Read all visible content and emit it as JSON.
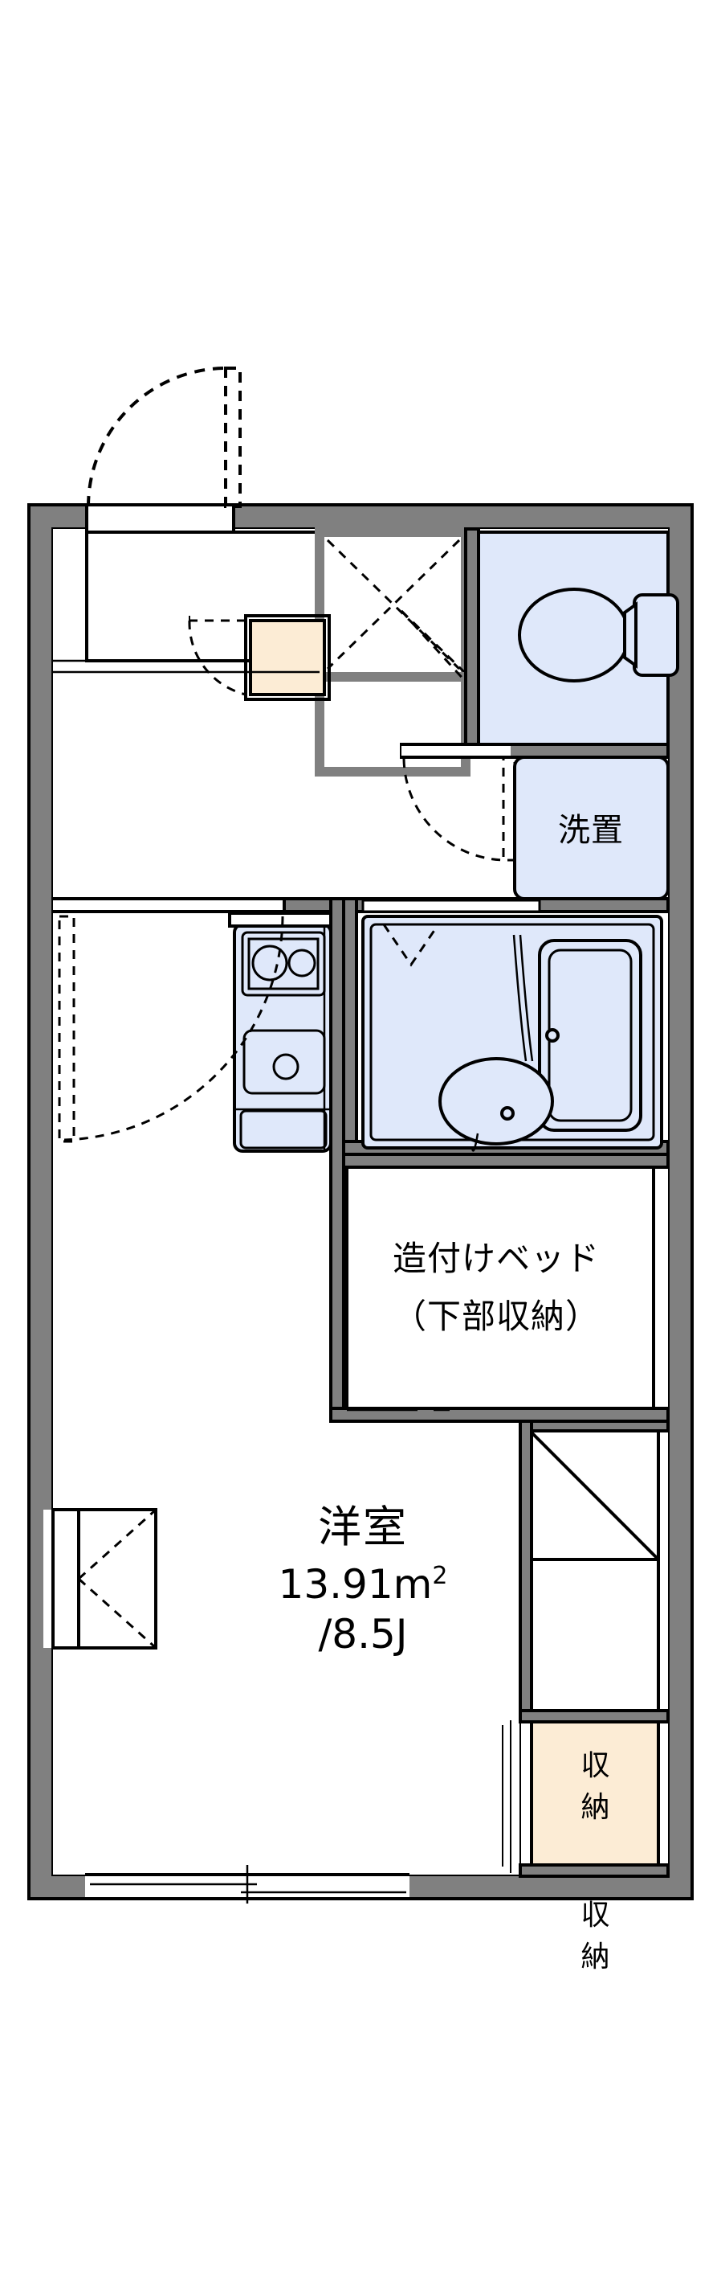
{
  "plan": {
    "type": "apartment-floor-plan",
    "layout_name": "1K",
    "colors": {
      "wall": "#808080",
      "outline": "#000000",
      "fixture_blue": "#dfe8fa",
      "fixture_cream": "#fcecd5",
      "background": "#ffffff"
    },
    "rooms": [
      {
        "id": "main-room",
        "name": "洋室",
        "area_metric": "13.91",
        "area_unit": "m",
        "area_unit_sup": "2",
        "area_tatami": "/8.5J"
      }
    ],
    "fixtures": [
      {
        "id": "washer-space",
        "label": "洗置",
        "fill": "#dfe8fa"
      },
      {
        "id": "built-in-bed",
        "label_line1": "造付けベッド",
        "label_line2": "（下部収納）",
        "fill": "#ffffff"
      },
      {
        "id": "closet-upper",
        "label_line1": "収",
        "label_line2": "納",
        "fill": "#fcecd5"
      },
      {
        "id": "closet-lower",
        "label_line1": "収",
        "label_line2": "納",
        "fill": "#fcecd5"
      },
      {
        "id": "toilet",
        "label": "",
        "fill": "#dfe8fa"
      },
      {
        "id": "unit-bath",
        "label": "",
        "fill": "#dfe8fa"
      },
      {
        "id": "bathtub",
        "label": "",
        "fill": "#dfe8fa"
      },
      {
        "id": "wash-basin",
        "label": "",
        "fill": "#dfe8fa"
      },
      {
        "id": "kitchen-stove",
        "label": "",
        "fill": "#dfe8fa"
      },
      {
        "id": "kitchen-sink",
        "label": "",
        "fill": "#dfe8fa"
      },
      {
        "id": "shoe-cabinet",
        "label": "",
        "fill": "#fcecd5"
      },
      {
        "id": "entrance-door",
        "label": "",
        "fill": "#ffffff"
      },
      {
        "id": "genkan",
        "label": "",
        "fill": "#ffffff"
      },
      {
        "id": "balcony-window",
        "label": "",
        "fill": "#ffffff"
      },
      {
        "id": "side-window",
        "label": "",
        "fill": "#ffffff"
      },
      {
        "id": "alcove-window",
        "label": "",
        "fill": "#ffffff"
      }
    ],
    "labels": {
      "room_name": "洋室",
      "room_area": "13.91",
      "room_area_unit": "m",
      "room_area_unit_sup": "2",
      "room_tatami": "/8.5J",
      "washer": "洗置",
      "bed_line1": "造付けベッド",
      "bed_line2": "（下部収納）",
      "closet_char1": "収",
      "closet_char2": "納"
    }
  }
}
